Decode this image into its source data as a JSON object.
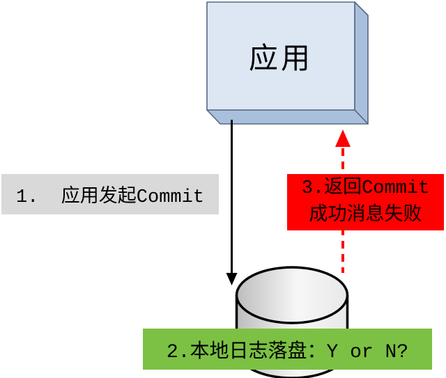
{
  "diagram": {
    "app_box": {
      "label": "应用",
      "front_color": "#dde7f3",
      "side_color": "#a9c0dd",
      "border_color": "#56687f"
    },
    "steps": {
      "step1": {
        "label": "1.  应用发起Commit",
        "bg_color": "#d9d9d9",
        "text_color": "#000000"
      },
      "step2": {
        "label": "2.本地日志落盘：Y or N?",
        "bg_color": "#7cc143",
        "text_color": "#000000"
      },
      "step3": {
        "line1": "3.返回Commit",
        "line2": "成功消息失败",
        "bg_color": "#fe0000",
        "text_color": "#000000"
      }
    },
    "arrows": {
      "commit_down": {
        "color": "#000000"
      },
      "return_up": {
        "color": "#fe0000"
      }
    },
    "database": {
      "border_color": "#000000",
      "fill_dark": "#bdbdbd",
      "fill_light": "#f7f7f7",
      "fill_mid": "#e8e8e8"
    }
  }
}
